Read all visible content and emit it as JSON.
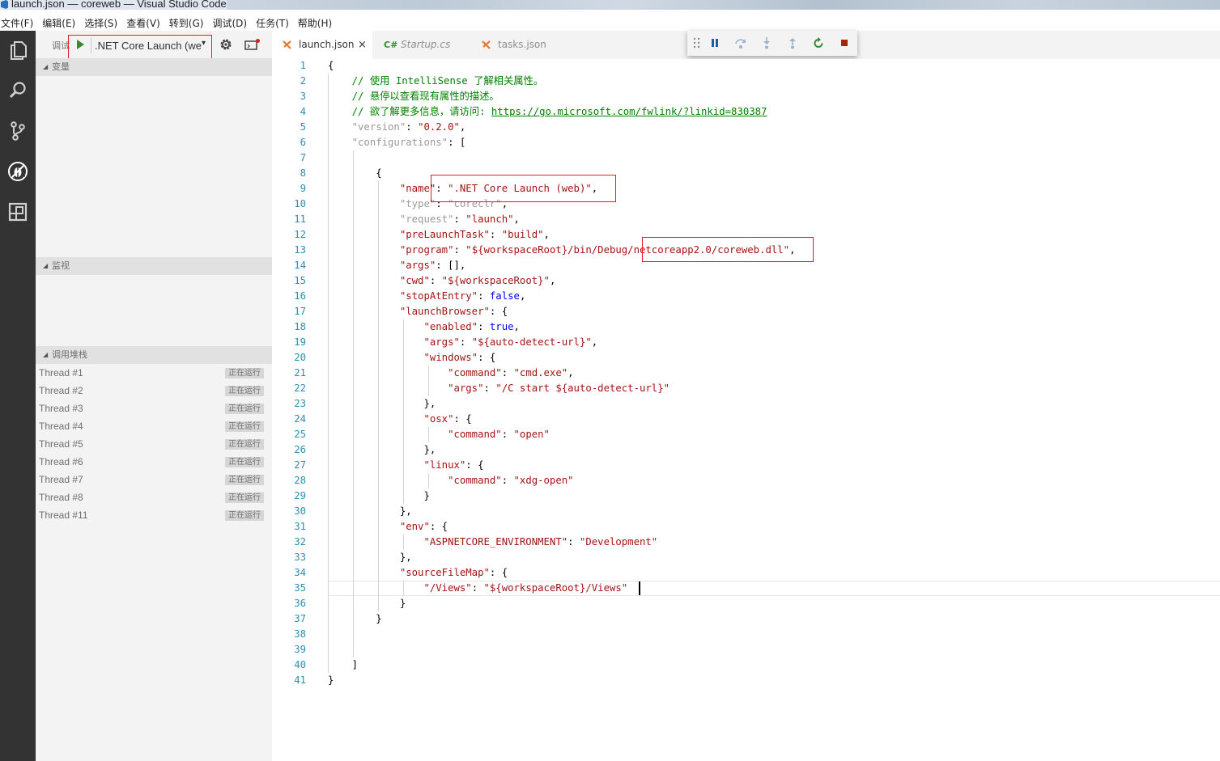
{
  "window": {
    "title": "launch.json — coreweb — Visual Studio Code"
  },
  "menu": [
    "文件(F)",
    "编辑(E)",
    "选择(S)",
    "查看(V)",
    "转到(G)",
    "调试(D)",
    "任务(T)",
    "帮助(H)"
  ],
  "activity_bar": [
    "explorer-icon",
    "search-icon",
    "source-control-icon",
    "debug-icon",
    "extensions-icon"
  ],
  "debug_toolbar": {
    "label": "调试",
    "config": ".NET Core Launch (we",
    "arrow": "▾"
  },
  "sections": {
    "variables": "变量",
    "watch": "监视",
    "call_stack": "调用堆栈"
  },
  "threads": [
    {
      "name": "Thread #1",
      "status": "正在运行"
    },
    {
      "name": "Thread #2",
      "status": "正在运行"
    },
    {
      "name": "Thread #3",
      "status": "正在运行"
    },
    {
      "name": "Thread #4",
      "status": "正在运行"
    },
    {
      "name": "Thread #5",
      "status": "正在运行"
    },
    {
      "name": "Thread #6",
      "status": "正在运行"
    },
    {
      "name": "Thread #7",
      "status": "正在运行"
    },
    {
      "name": "Thread #8",
      "status": "正在运行"
    },
    {
      "name": "Thread #11",
      "status": "正在运行"
    }
  ],
  "tabs": [
    {
      "icon": "json-icon",
      "label": "launch.json",
      "close": "×",
      "active": true
    },
    {
      "icon": "csharp-icon",
      "icon_text": "C#",
      "label": "Startup.cs",
      "active": false
    },
    {
      "icon": "json-icon",
      "label": "tasks.json",
      "active": false
    }
  ],
  "debug_controls": [
    "drag-handle-icon",
    "pause-icon",
    "step-over-icon",
    "step-into-icon",
    "step-out-icon",
    "restart-icon",
    "stop-icon"
  ],
  "code": [
    [
      [
        "p",
        "{"
      ]
    ],
    [
      [
        "c",
        "    // 使用 IntelliSense 了解相关属性。"
      ]
    ],
    [
      [
        "c",
        "    // 悬停以查看现有属性的描述。"
      ]
    ],
    [
      [
        "c",
        "    // 欲了解更多信息，请访问: "
      ],
      [
        "lnk",
        "https://go.microsoft.com/fwlink/?linkid=830387"
      ]
    ],
    [
      [
        "kd",
        "    \"version\""
      ],
      [
        "p",
        ": "
      ],
      [
        "s",
        "\"0.2.0\""
      ],
      [
        "p",
        ","
      ]
    ],
    [
      [
        "kd",
        "    \"configurations\""
      ],
      [
        "p",
        ": ["
      ]
    ],
    [
      [
        "p",
        ""
      ]
    ],
    [
      [
        "p",
        "        {"
      ]
    ],
    [
      [
        "k",
        "            \"name\""
      ],
      [
        "p",
        ": "
      ],
      [
        "s",
        "\".NET Core Launch (web)\""
      ],
      [
        "p",
        ","
      ]
    ],
    [
      [
        "kd",
        "            \"type\""
      ],
      [
        "p",
        ": "
      ],
      [
        "kd",
        "\"coreclr\""
      ],
      [
        "p",
        ","
      ]
    ],
    [
      [
        "kd",
        "            \"request\""
      ],
      [
        "p",
        ": "
      ],
      [
        "s",
        "\"launch\""
      ],
      [
        "p",
        ","
      ]
    ],
    [
      [
        "k",
        "            \"preLaunchTask\""
      ],
      [
        "p",
        ": "
      ],
      [
        "s",
        "\"build\""
      ],
      [
        "p",
        ","
      ]
    ],
    [
      [
        "k",
        "            \"program\""
      ],
      [
        "p",
        ": "
      ],
      [
        "s",
        "\"${workspaceRoot}/bin/Debug/netcoreapp2.0/coreweb.dll\""
      ],
      [
        "p",
        ","
      ]
    ],
    [
      [
        "k",
        "            \"args\""
      ],
      [
        "p",
        ": [],"
      ]
    ],
    [
      [
        "k",
        "            \"cwd\""
      ],
      [
        "p",
        ": "
      ],
      [
        "s",
        "\"${workspaceRoot}\""
      ],
      [
        "p",
        ","
      ]
    ],
    [
      [
        "k",
        "            \"stopAtEntry\""
      ],
      [
        "p",
        ": "
      ],
      [
        "b",
        "false"
      ],
      [
        "p",
        ","
      ]
    ],
    [
      [
        "k",
        "            \"launchBrowser\""
      ],
      [
        "p",
        ": {"
      ]
    ],
    [
      [
        "k",
        "                \"enabled\""
      ],
      [
        "p",
        ": "
      ],
      [
        "b",
        "true"
      ],
      [
        "p",
        ","
      ]
    ],
    [
      [
        "k",
        "                \"args\""
      ],
      [
        "p",
        ": "
      ],
      [
        "s",
        "\"${auto-detect-url}\""
      ],
      [
        "p",
        ","
      ]
    ],
    [
      [
        "k",
        "                \"windows\""
      ],
      [
        "p",
        ": {"
      ]
    ],
    [
      [
        "k",
        "                    \"command\""
      ],
      [
        "p",
        ": "
      ],
      [
        "s",
        "\"cmd.exe\""
      ],
      [
        "p",
        ","
      ]
    ],
    [
      [
        "k",
        "                    \"args\""
      ],
      [
        "p",
        ": "
      ],
      [
        "s",
        "\"/C start ${auto-detect-url}\""
      ]
    ],
    [
      [
        "p",
        "                },"
      ]
    ],
    [
      [
        "k",
        "                \"osx\""
      ],
      [
        "p",
        ": {"
      ]
    ],
    [
      [
        "k",
        "                    \"command\""
      ],
      [
        "p",
        ": "
      ],
      [
        "s",
        "\"open\""
      ]
    ],
    [
      [
        "p",
        "                },"
      ]
    ],
    [
      [
        "k",
        "                \"linux\""
      ],
      [
        "p",
        ": {"
      ]
    ],
    [
      [
        "k",
        "                    \"command\""
      ],
      [
        "p",
        ": "
      ],
      [
        "s",
        "\"xdg-open\""
      ]
    ],
    [
      [
        "p",
        "                }"
      ]
    ],
    [
      [
        "p",
        "            },"
      ]
    ],
    [
      [
        "k",
        "            \"env\""
      ],
      [
        "p",
        ": {"
      ]
    ],
    [
      [
        "k",
        "                \"ASPNETCORE_ENVIRONMENT\""
      ],
      [
        "p",
        ": "
      ],
      [
        "s",
        "\"Development\""
      ]
    ],
    [
      [
        "p",
        "            },"
      ]
    ],
    [
      [
        "k",
        "            \"sourceFileMap\""
      ],
      [
        "p",
        ": {"
      ]
    ],
    [
      [
        "k",
        "                \"/Views\""
      ],
      [
        "p",
        ": "
      ],
      [
        "s",
        "\"${workspaceRoot}/Views\""
      ]
    ],
    [
      [
        "p",
        "            }"
      ]
    ],
    [
      [
        "p",
        "        }"
      ]
    ],
    [
      [
        "p",
        ""
      ]
    ],
    [
      [
        "p",
        ""
      ]
    ],
    [
      [
        "p",
        "    ]"
      ]
    ],
    [
      [
        "p",
        "}"
      ]
    ]
  ],
  "colors": {
    "activity_bar": "#333333",
    "sidebar": "#f3f3f3",
    "highlight_box": "#e51c23",
    "line_number": "#2b91af",
    "string": "#a31515",
    "comment": "#008000",
    "keyword": "#0000ff"
  }
}
